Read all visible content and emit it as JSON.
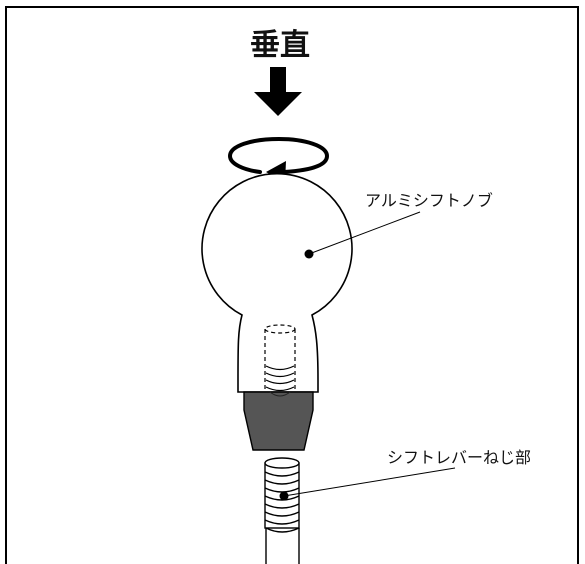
{
  "direction_label": "垂直",
  "labels": {
    "knob": "アルミシフトノブ",
    "thread": "シフトレバーねじ部"
  },
  "icons": {
    "arrow": "down-arrow-icon",
    "rotate": "rotation-arrow-icon"
  },
  "colors": {
    "line": "#000000",
    "collar": "#555555"
  }
}
